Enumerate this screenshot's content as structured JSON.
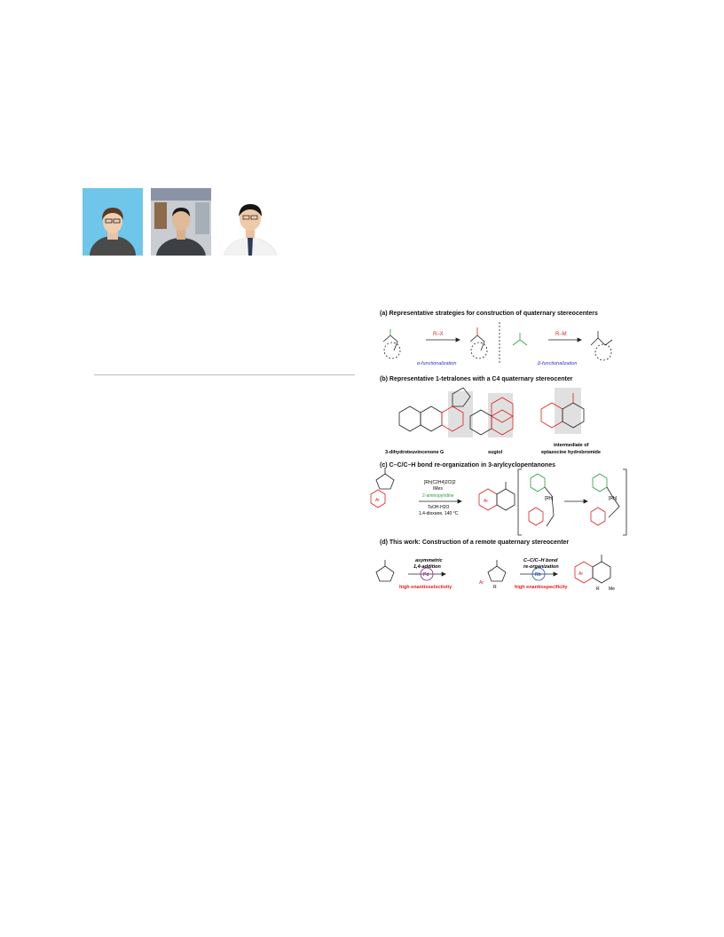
{
  "panels": {
    "a": {
      "title": "(a) Representative strategies for construction of quaternary stereocenters",
      "reagent_left": "R–X",
      "reagent_right": "R–M",
      "label_left": "α-functionalization",
      "label_right": "β-functionalization"
    },
    "b": {
      "title": "(b) Representative 1-tetralones with a C4 quaternary stereocenter",
      "compound1": "3-dihydroteuvincenone G",
      "compound2": "sugiol",
      "compound3_line1": "intermediate of",
      "compound3_line2": "eptazocine hydrobromide"
    },
    "c": {
      "title": "(c) C–C/C–H bond re-organization in 3-arylcyclopentanones",
      "cond1": "[Rh(C2H4)2Cl]2",
      "cond2": "IMes",
      "cond3": "2-aminopyridine",
      "cond4": "TsOH·H2O",
      "cond5": "1,4-dioxane, 140 °C",
      "rh_label": "[Rh]",
      "ar": "Ar"
    },
    "d": {
      "title": "(d) This work: Construction of a remote quaternary stereocenter",
      "step1_line1": "asymmetric",
      "step1_line2": "1,4-addition",
      "step1_metal": "Pd",
      "step1_result": "high enantioselectivity",
      "step2_line1": "C–C/C–H bond",
      "step2_line2": "re-organization",
      "step2_metal": "Rh",
      "step2_result": "high enantiospecificity",
      "ar": "Ar",
      "r": "R",
      "me": "Me"
    }
  }
}
